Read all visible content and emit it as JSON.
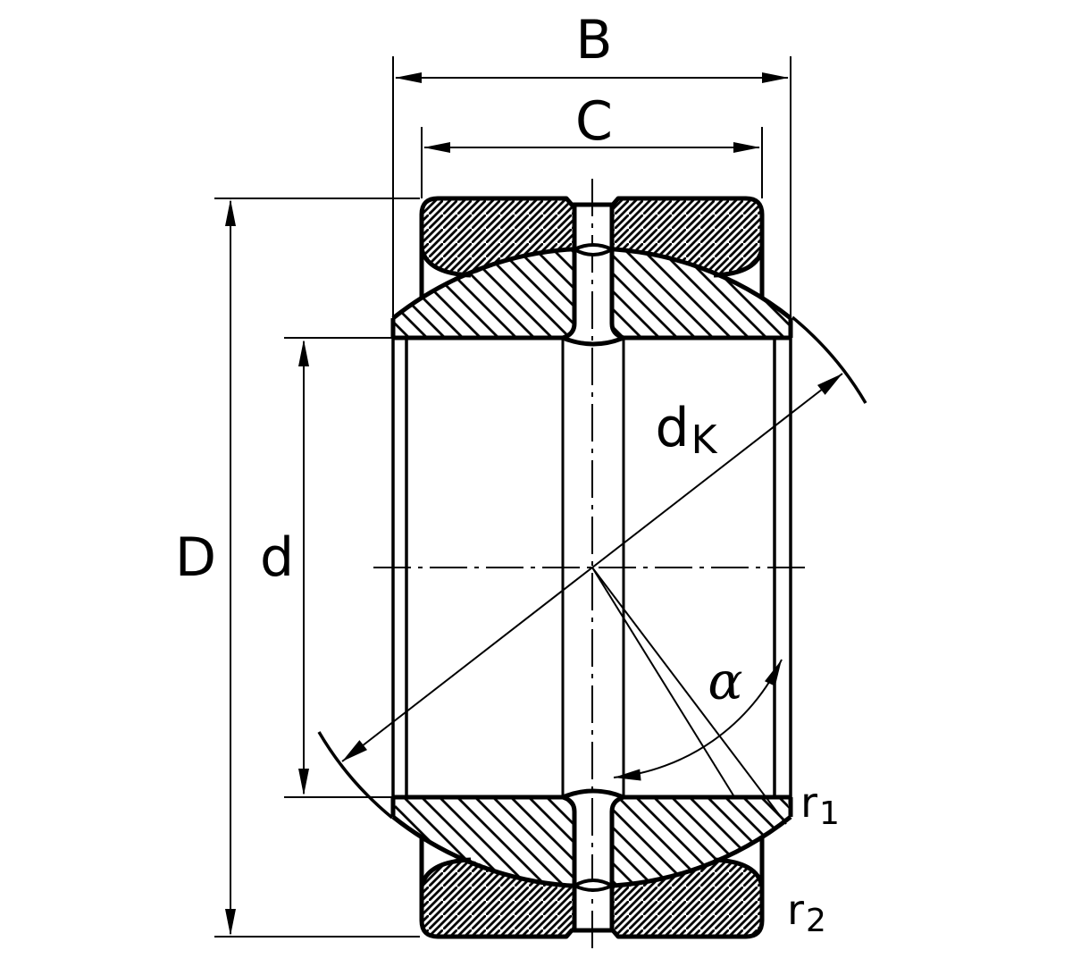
{
  "drawing": {
    "type": "radial-spherical-plain-bearing-cross-section",
    "colors": {
      "line": "#000000",
      "background": "#ffffff"
    }
  },
  "labels": {
    "B": {
      "text": "B"
    },
    "C": {
      "text": "C"
    },
    "D": {
      "text": "D"
    },
    "d": {
      "text": "d"
    },
    "dK": {
      "base": "d",
      "sub": "K"
    },
    "alpha": {
      "text": "α"
    },
    "r1": {
      "base": "r",
      "sub": "1"
    },
    "r2": {
      "base": "r",
      "sub": "2"
    }
  }
}
